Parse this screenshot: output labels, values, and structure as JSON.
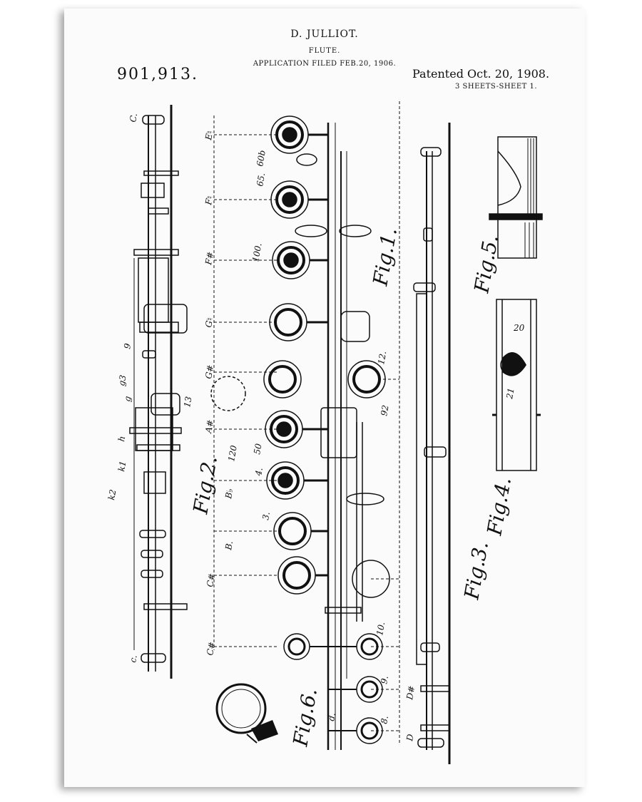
{
  "header": {
    "inventor": "D. JULLIOT.",
    "title": "FLUTE.",
    "filed": "APPLICATION FILED FEB.20, 1906.",
    "patent_number": "901,913.",
    "patented": "Patented Oct. 20, 1908.",
    "sheets": "3 SHEETS-SHEET 1."
  },
  "figures": {
    "fig1": "Fig.1.",
    "fig2": "Fig.2.",
    "fig3": "Fig.3.",
    "fig4": "Fig.4.",
    "fig5": "Fig.5.",
    "fig6": "Fig.6."
  },
  "labels": {
    "c_top": "C.",
    "c_bottom": "c.",
    "e_flat": "E♮",
    "f_flat": "F♮",
    "f_sharp": "F#",
    "g_nat": "G♮",
    "g_sharp": "G#",
    "a_sharp": "A#",
    "b_flat": "B♭",
    "b_nat": "B.",
    "c_sharp": "C#",
    "c_sharp2": "C#",
    "d": "d.",
    "d_sharp": "D#",
    "d_nat": "D",
    "n60": "60b",
    "n65": "65.",
    "n100": "100.",
    "n12": "12.",
    "n50": "50",
    "n120": "120",
    "n4": "4.",
    "n3": "3.",
    "n10": "10.",
    "n9": "9.",
    "n8": "8.",
    "n20": "20",
    "n21": "21",
    "n92": "92",
    "n13": "13",
    "k2": "k2",
    "k1": "k1",
    "h": "h",
    "g9": "g",
    "g3": "g3",
    "nine": "9"
  }
}
